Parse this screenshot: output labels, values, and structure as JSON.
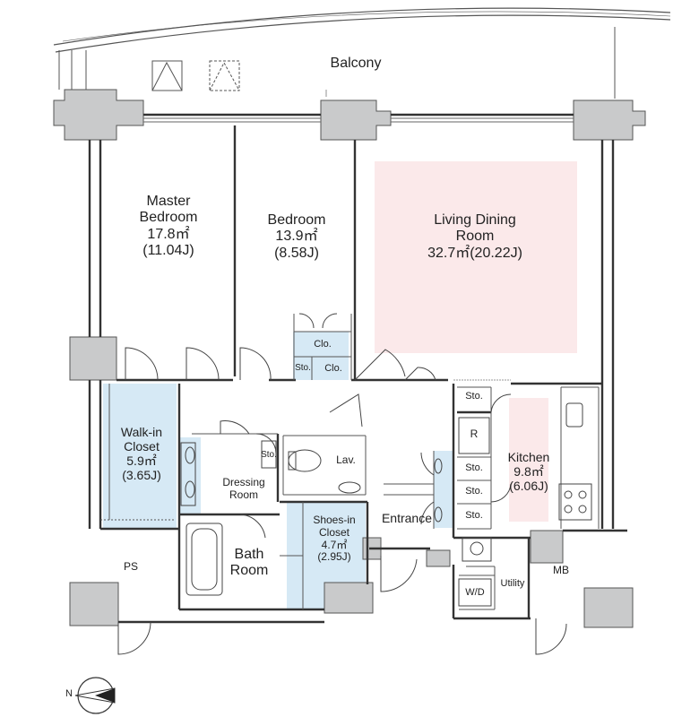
{
  "rooms": {
    "balcony": {
      "label": "Balcony"
    },
    "master_bedroom": {
      "name1": "Master",
      "name2": "Bedroom",
      "area": "17.8㎡",
      "jo": "(11.04J)"
    },
    "bedroom": {
      "name1": "Bedroom",
      "area": "13.9㎡",
      "jo": "(8.58J)"
    },
    "living_dining": {
      "name1": "Living Dining",
      "name2": "Room",
      "area": "32.7㎡(20.22J)"
    },
    "walk_in_closet": {
      "name1": "Walk-in",
      "name2": "Closet",
      "area": "5.9㎡",
      "jo": "(3.65J)"
    },
    "dressing_room": {
      "name1": "Dressing",
      "name2": "Room"
    },
    "lavatory": {
      "label": "Lav."
    },
    "bath_room": {
      "name1": "Bath",
      "name2": "Room"
    },
    "shoes_in_closet": {
      "name1": "Shoes-in",
      "name2": "Closet",
      "area": "4.7㎡",
      "jo": "(2.95J)"
    },
    "entrance": {
      "label": "Entrance"
    },
    "kitchen": {
      "name1": "Kitchen",
      "area": "9.8㎡",
      "jo": "(6.06J)"
    },
    "utility": {
      "label": "Utility"
    },
    "washer_dryer": {
      "label": "W/D"
    },
    "refrigerator": {
      "label": "R"
    },
    "ps": {
      "label": "PS"
    },
    "mb": {
      "label": "MB"
    }
  },
  "storage": {
    "closet_label": "Clo.",
    "storage_label": "Sto."
  },
  "compass": {
    "label": "N"
  },
  "colors": {
    "wall": "#c9cacb",
    "wall_edge": "#555555",
    "closet_fill": "#d6e9f5",
    "ldk_fill": "#fbe9ea",
    "line": "#444444"
  }
}
